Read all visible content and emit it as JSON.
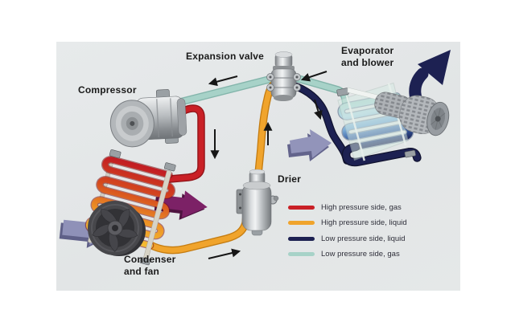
{
  "labels": {
    "compressor": "Compressor",
    "expansion_valve": "Expansion valve",
    "evaporator_line1": "Evaporator",
    "evaporator_line2": "and blower",
    "drier": "Drier",
    "condenser_line1": "Condenser",
    "condenser_line2": "and fan"
  },
  "legend": {
    "items": [
      {
        "label": "High pressure side, gas",
        "color": "#c92026"
      },
      {
        "label": "High pressure side, liquid",
        "color": "#f0a42c"
      },
      {
        "label": "Low pressure side, liquid",
        "color": "#1d2152"
      },
      {
        "label": "Low pressure side, gas",
        "color": "#a7d2c8"
      }
    ]
  },
  "colors": {
    "red": "#c92026",
    "orange": "#f0a42c",
    "navy": "#1d2152",
    "teal": "#a7d2c8",
    "panel": "#e3e6e7",
    "text": "#1a1a1a",
    "air-lavender": "#8f91b8",
    "air-purple": "#7c2166",
    "fan": "#47474b",
    "metal": "#b6babd",
    "arrow": "#161616"
  }
}
